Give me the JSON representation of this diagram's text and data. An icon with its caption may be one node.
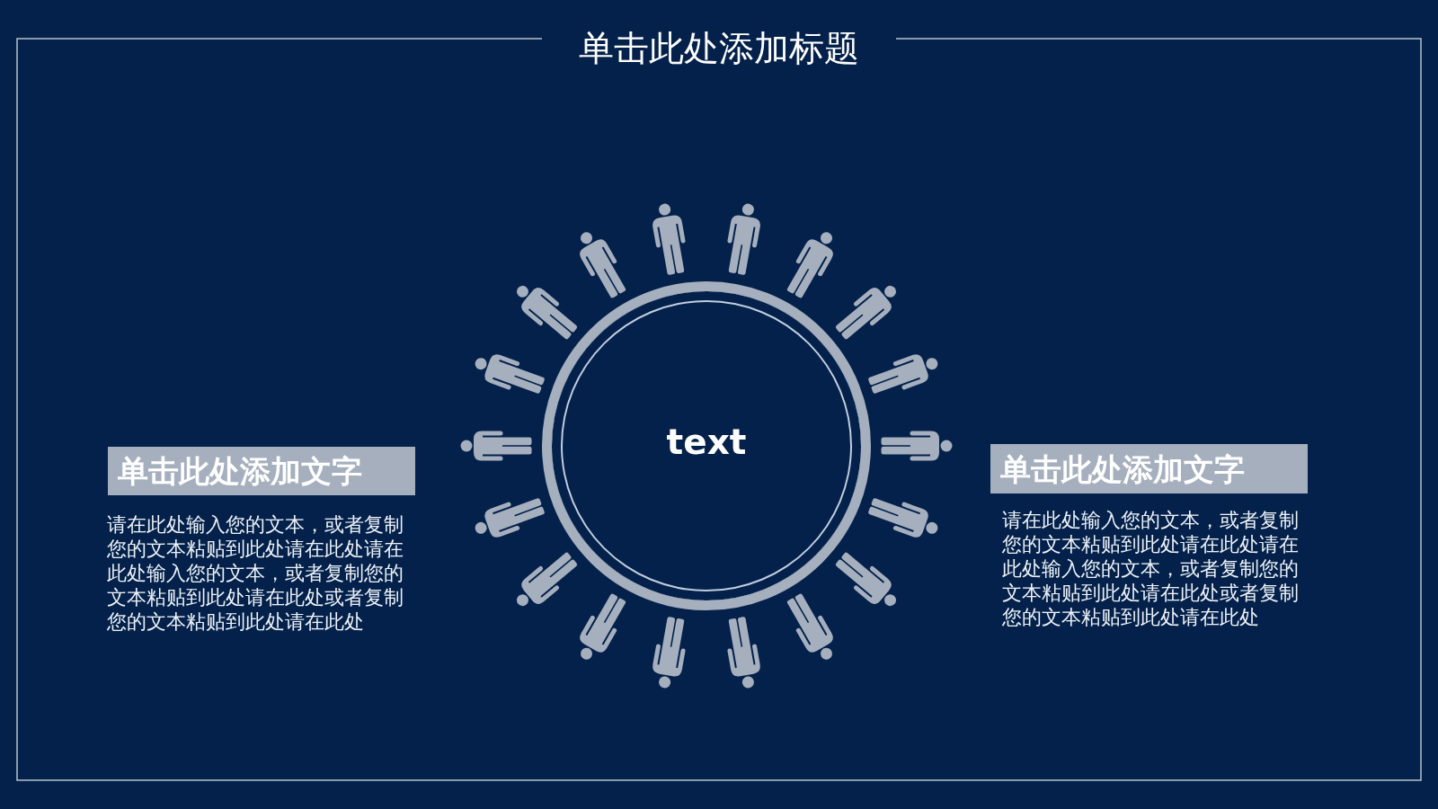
{
  "diagram": {
    "title": "单击此处添加标题",
    "nodes": [
      {
        "text": [
          "单击此处添加文字"
        ],
        "beside": [
          "请在此处输入您的文本，或者复制您的文本粘贴到此处请在此处请在此处输入您的文本，或者复制您的文本粘贴到此处请在此处或者复制您的文本粘贴到此处请在此处"
        ]
      },
      {
        "text": [
          "text"
        ]
      },
      {
        "text": [
          "单击此处添加文字"
        ],
        "beside": [
          "请在此处输入您的文本，或者复制您的文本粘贴到此处请在此处请在此处输入您的文本，或者复制您的文本粘贴到此处请在此处或者复制您的文本粘贴到此处请在此处"
        ]
      }
    ]
  }
}
